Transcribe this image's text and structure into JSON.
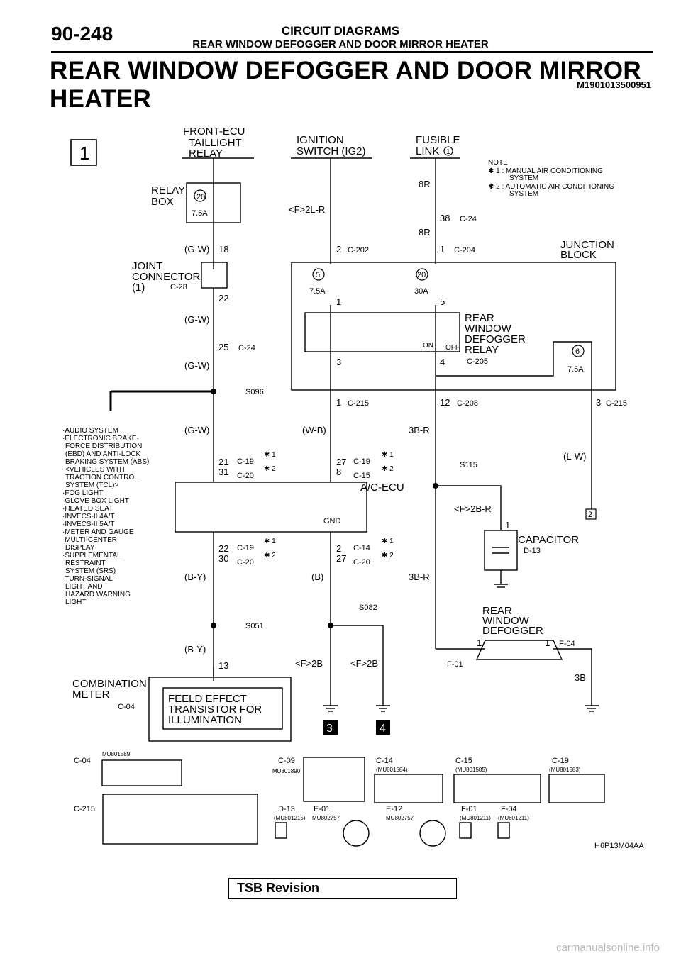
{
  "header": {
    "page_number": "90-248",
    "section_category": "CIRCUIT DIAGRAMS",
    "section_subtitle": "REAR WINDOW DEFOGGER AND DOOR MIRROR HEATER",
    "main_title": "REAR WINDOW DEFOGGER AND DOOR MIRROR HEATER",
    "doc_code": "M1901013500951"
  },
  "diagram": {
    "page_marker": "1",
    "labels": {
      "front_ecu_1": "FRONT-ECU",
      "front_ecu_2": "TAILLIGHT",
      "front_ecu_3": "RELAY",
      "ignition_1": "IGNITION",
      "ignition_2": "SWITCH (IG2)",
      "fusible_1": "FUSIBLE",
      "fusible_2": "LINK",
      "fusible_num": "1",
      "note_title": "NOTE",
      "note_1a": "✱ 1 : MANUAL AIR CONDITIONING",
      "note_1b": "SYSTEM",
      "note_2a": "✱ 2 : AUTOMATIC AIR CONDITIONING",
      "note_2b": "SYSTEM",
      "relay_box_1": "RELAY",
      "relay_box_2": "BOX",
      "fuse20": "20",
      "fuse20_rating": "7.5A",
      "joint_1": "JOINT",
      "joint_2": "CONNECTOR",
      "joint_3": "(1)",
      "junction_1": "JUNCTION",
      "junction_2": "BLOCK",
      "fuse5": "5",
      "fuse5_rating": "7.5A",
      "fuse20b": "20",
      "fuse20b_rating": "30A",
      "fuse6": "6",
      "fuse6_rating": "7.5A",
      "defog_relay_1": "REAR",
      "defog_relay_2": "WINDOW",
      "defog_relay_3": "DEFOGGER",
      "defog_relay_4": "RELAY",
      "relay_on": "ON",
      "relay_off": "OFF",
      "ac_ecu": "A/C-ECU",
      "gnd": "GND",
      "capacitor": "CAPACITOR",
      "rear_defogger_1": "REAR",
      "rear_defogger_2": "WINDOW",
      "rear_defogger_3": "DEFOGGER",
      "combo_1": "COMBINATION",
      "combo_2": "METER",
      "fet_1": "FEELD EFFECT",
      "fet_2": "TRANSISTOR FOR",
      "fet_3": "ILLUMINATION",
      "marker_2": "2",
      "marker_3": "3",
      "marker_4": "4",
      "diagram_code": "H6P13M04AA"
    },
    "wires": {
      "g_w": "(G-W)",
      "f2l_r": "<F>2L-R",
      "r8": "8R",
      "w_b": "(W-B)",
      "b3_r": "3B-R",
      "l_w": "(L-W)",
      "f2b_r": "<F>2B-R",
      "b_y": "(B-Y)",
      "b": "(B)",
      "f2b": "<F>2B",
      "b3": "3B"
    },
    "pins": {
      "p18": "18",
      "p22": "22",
      "p25": "25",
      "p2": "2",
      "p1": "1",
      "p38": "38",
      "p5": "5",
      "p3": "3",
      "p4": "4",
      "p12": "12",
      "p21": "21",
      "p31": "31",
      "p27": "27",
      "p8": "8",
      "p30": "30",
      "p13": "13"
    },
    "connectors": {
      "c24": "C-24",
      "c28": "C-28",
      "c202": "C-202",
      "c204": "C-204",
      "c205": "C-205",
      "c215": "C-215",
      "c208": "C-208",
      "c19": "C-19",
      "c20": "C-20",
      "c15": "C-15",
      "c14": "C-14",
      "d13": "D-13",
      "f01": "F-01",
      "f04": "F-04",
      "c04": "C-04",
      "c09": "C-09",
      "e01": "E-01",
      "e12": "E-12"
    },
    "splices": {
      "s096": "S096",
      "s115": "S115",
      "s082": "S082",
      "s051": "S051"
    },
    "star1": "✱ 1",
    "star2": "✱ 2",
    "systems_list": [
      "·AUDIO SYSTEM",
      "·ELECTRONIC BRAKE-",
      "FORCE DISTRIBUTION",
      "(EBD) AND ANTI-LOCK",
      "BRAKING SYSTEM (ABS)",
      "<VEHICLES WITH",
      "TRACTION CONTROL",
      "SYSTEM (TCL)>",
      "·FOG LIGHT",
      "·GLOVE BOX LIGHT",
      "·HEATED SEAT",
      "·INVECS-II 4A/T",
      "·INVECS-II 5A/T",
      "·METER AND GAUGE",
      "·MULTI-CENTER",
      "DISPLAY",
      "·SUPPLEMENTAL",
      "RESTRAINT",
      "SYSTEM (SRS)",
      "·TURN-SIGNAL",
      "LIGHT AND",
      "HAZARD WARNING",
      "LIGHT"
    ],
    "part_numbers": {
      "c04": "MU801589",
      "c09": "MU801890",
      "c14": "(MU801584)",
      "c15": "(MU801585)",
      "c19": "(MU801583)",
      "d13": "(MU801215)",
      "e01": "MU802757",
      "e12": "MU802757",
      "f01": "(MU801211)",
      "f04": "(MU801211)"
    }
  },
  "footer": {
    "tsb": "TSB Revision",
    "watermark": "carmanualsonline.info"
  }
}
